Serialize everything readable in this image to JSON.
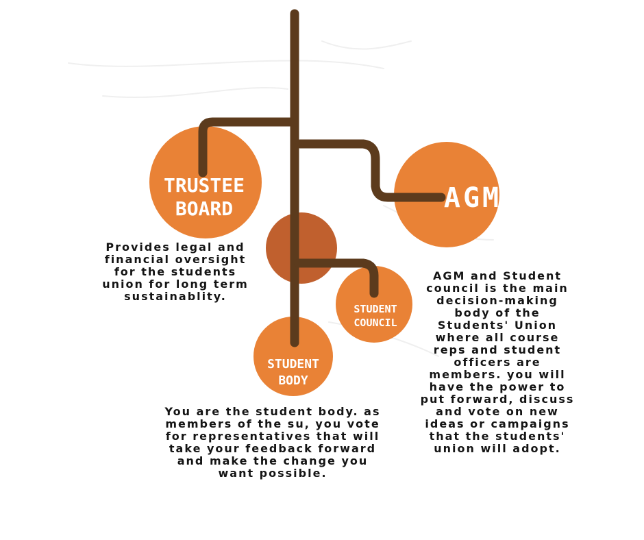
{
  "colors": {
    "node": "#e98236",
    "node_center": "#c0602e",
    "branch": "#5c3b1d"
  },
  "nodes": {
    "trustee_board": {
      "line1": "TRUSTEE",
      "line2": "BOARD"
    },
    "agm": {
      "line1": "AGM"
    },
    "student_council": {
      "line1": "STUDENT",
      "line2": "COUNCIL"
    },
    "student_body": {
      "line1": "STUDENT",
      "line2": "BODY"
    }
  },
  "descriptions": {
    "trustee_board": "Provides legal and financial oversight for the students union for long term sustainablity.",
    "agm": "AGM and Student council is the main decision-making body of the Students' Union where all course reps and student officers are members. you will have the power to put forward, discuss and vote on new ideas or campaigns that the students' union will adopt.",
    "student_body": "You are the student body. as members of the su, you vote for representatives that will take your feedback forward and make the change you want possible."
  }
}
